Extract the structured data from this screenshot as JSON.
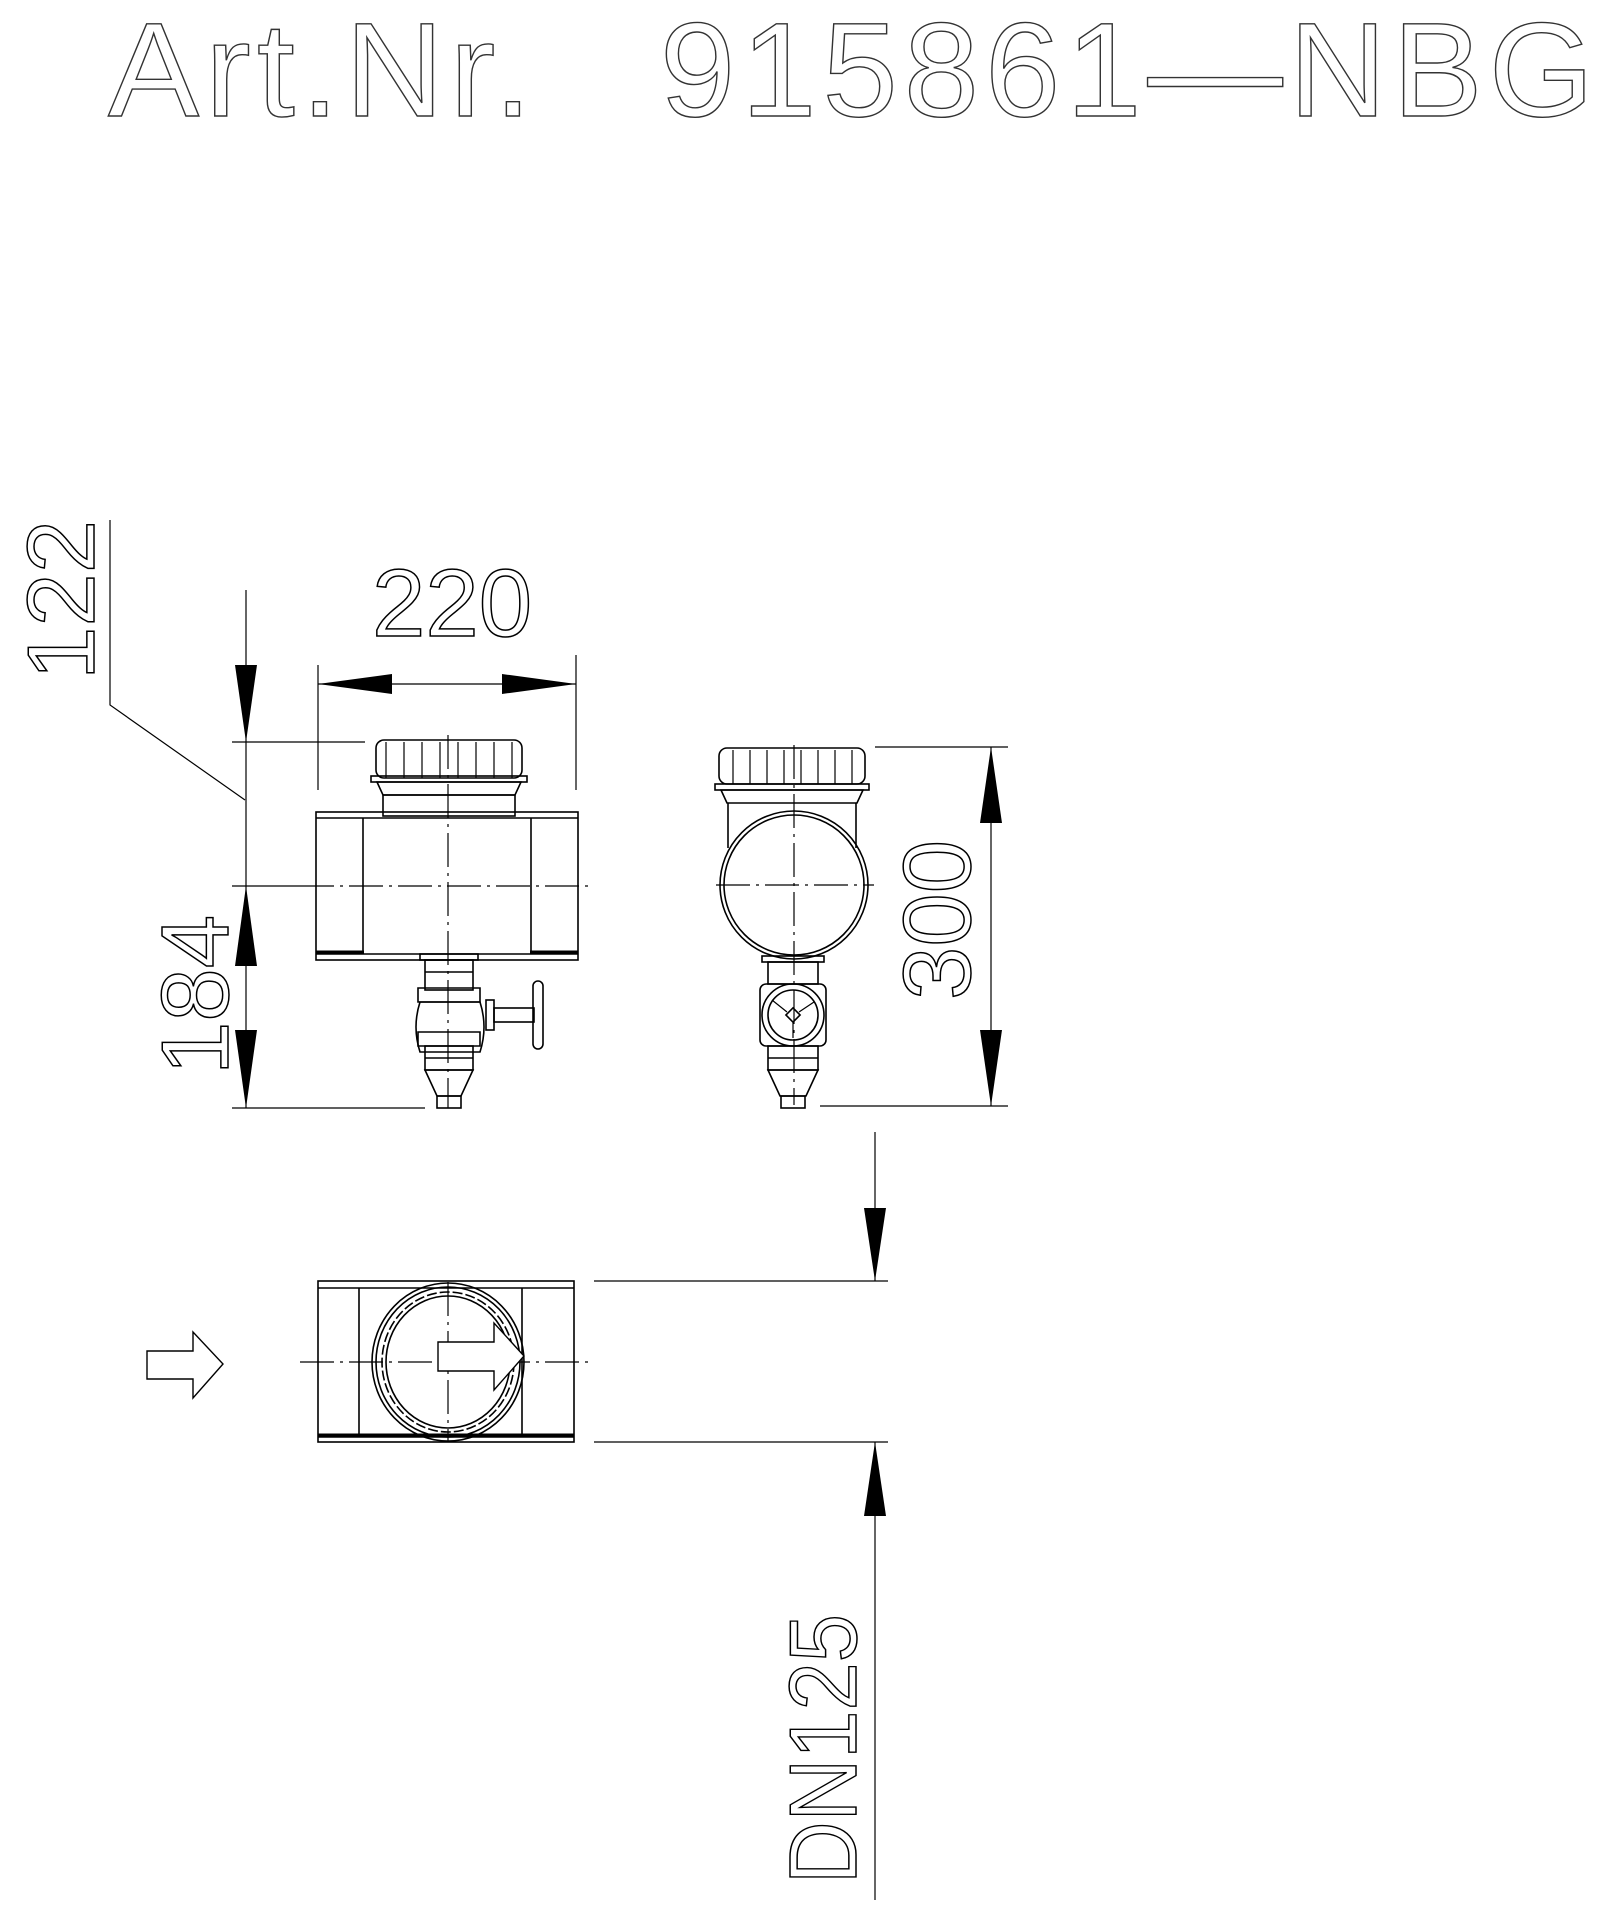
{
  "title": {
    "label": "Art.Nr.",
    "article_number": "915861—NBG"
  },
  "dimensions": {
    "width_top": "220",
    "height_top_offset": "122",
    "height_bottom_offset": "184",
    "side_height": "300",
    "nominal_diameter": "DN125"
  },
  "views": {
    "front_view": "front-elevation",
    "side_view": "side-elevation",
    "top_view": "plan-view"
  },
  "colors": {
    "line": "#000000",
    "background": "#ffffff"
  }
}
